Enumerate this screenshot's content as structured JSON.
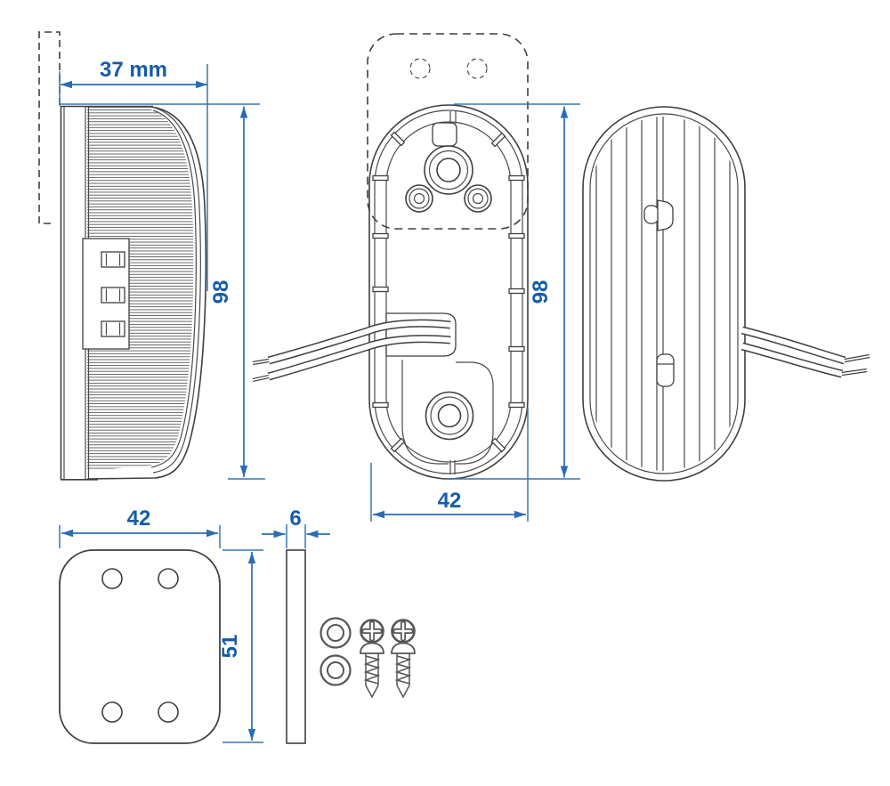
{
  "dimensions": {
    "side_width": "37 mm",
    "side_height": "98",
    "back_height": "98",
    "back_width": "42",
    "plate_width": "42",
    "plate_height": "51",
    "plate_thickness": "6"
  },
  "colors": {
    "dimension_text": "#155ca8",
    "dimension_line": "#3577b5",
    "arrow": "#2a6db3",
    "drawing_line": "#3f3f3f"
  }
}
